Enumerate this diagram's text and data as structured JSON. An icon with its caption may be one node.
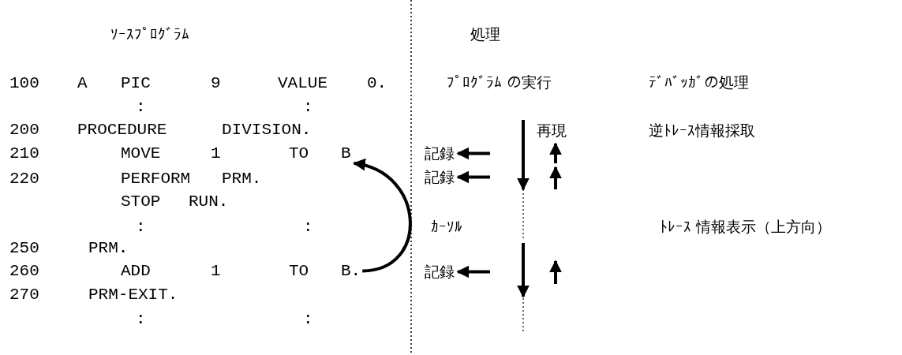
{
  "diagram": {
    "nodes": [
      {
        "text": [
          "B"
        ]
      },
      {
        "text": [
          "B."
        ]
      },
      {
        "text": [
          "記録"
        ]
      },
      {
        "text": [
          "記録"
        ]
      },
      {
        "text": [
          "記録"
        ]
      }
    ],
    "edges": [
      {
        "from": 1,
        "to": 0,
        "arrow": "to"
      },
      {
        "from": null,
        "to": 2,
        "arrow": "to"
      },
      {
        "from": null,
        "to": 3,
        "arrow": "to"
      },
      {
        "from": null,
        "to": 4,
        "arrow": "to"
      }
    ],
    "labels": [
      "ｿｰｽﾌﾟﾛｸﾞﾗﾑ",
      "処理",
      "100",
      "A",
      "PIC",
      "9",
      "VALUE",
      "0.",
      "ﾌﾟﾛｸﾞﾗﾑ の実行",
      "ﾃﾞﾊﾞｯｶﾞの処理",
      ":",
      ":",
      "200",
      "PROCEDURE",
      "DIVISION.",
      "再現",
      "逆ﾄﾚｰｽ情報採取",
      "210",
      "MOVE",
      "1",
      "TO",
      "220",
      "PERFORM",
      "PRM.",
      "STOP",
      "RUN.",
      ":",
      ":",
      "ｶｰｿﾙ",
      "ﾄﾚｰｽ 情報表示（上方向）",
      "250",
      "PRM.",
      "260",
      "ADD",
      "1",
      "TO",
      "270",
      "PRM-EXIT.",
      ":",
      ":"
    ]
  }
}
